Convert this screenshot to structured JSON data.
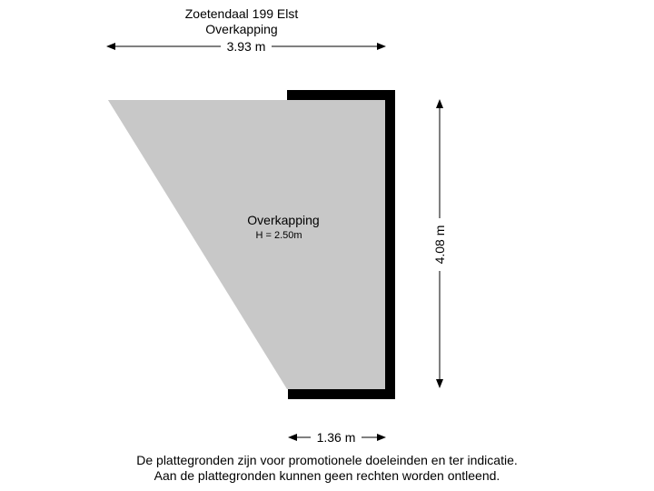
{
  "header": {
    "address": "Zoetendaal 199 Elst",
    "floor_name": "Overkapping"
  },
  "dimensions": {
    "top_width": "3.93 m",
    "right_height": "4.08 m",
    "bottom_width": "1.36 m"
  },
  "room": {
    "name": "Overkapping",
    "height": "H = 2.50m"
  },
  "disclaimer": {
    "line1": "De plattegronden zijn voor promotionele doeleinden en ter indicatie.",
    "line2": "Aan de plattegronden kunnen geen rechten worden ontleend."
  },
  "colors": {
    "room_fill": "#c8c8c8",
    "wall": "#000000"
  }
}
